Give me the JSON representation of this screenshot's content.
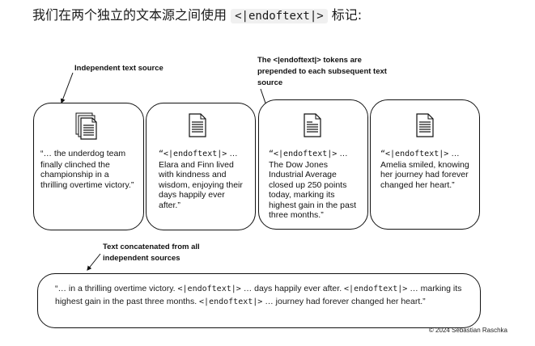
{
  "heading": {
    "prefix": "我们在两个独立的文本源之间使用",
    "token": "<|endoftext|>",
    "suffix": "标记:"
  },
  "annotations": {
    "independent": "Independent text source",
    "prepended": "The <|endoftext|> tokens are prepended to each subsequent text source",
    "concatenated": "Text concatenated from all independent sources"
  },
  "sources": [
    {
      "token": "",
      "text": "“… the underdog team finally clinched the championship in a thrilling overtime victory.”"
    },
    {
      "token": "“<|endoftext|>",
      "text": " … Elara and Finn lived with kindness and wisdom, enjoying their days happily ever after.”"
    },
    {
      "token": "“<|endoftext|>",
      "text": " … The Dow Jones Industrial Average closed up 250 points today, marking its highest gain in the past three months.”"
    },
    {
      "token": "“<|endoftext|>",
      "text": " … Amelia smiled, knowing her journey had forever changed her heart.”"
    }
  ],
  "combined": {
    "p1": "“… in a thrilling overtime victory. ",
    "t1": "<|endoftext|>",
    "p2": " … days happily ever after. ",
    "t2": "<|endoftext|>",
    "p3": " … marking its highest gain in the past three months. ",
    "t3": "<|endoftext|>",
    "p4": " … journey had forever changed her heart.”"
  },
  "copyright": "© 2024 Sebastian Raschka",
  "icons": [
    "document-icon",
    "document-icon",
    "document-icon",
    "document-icon"
  ]
}
